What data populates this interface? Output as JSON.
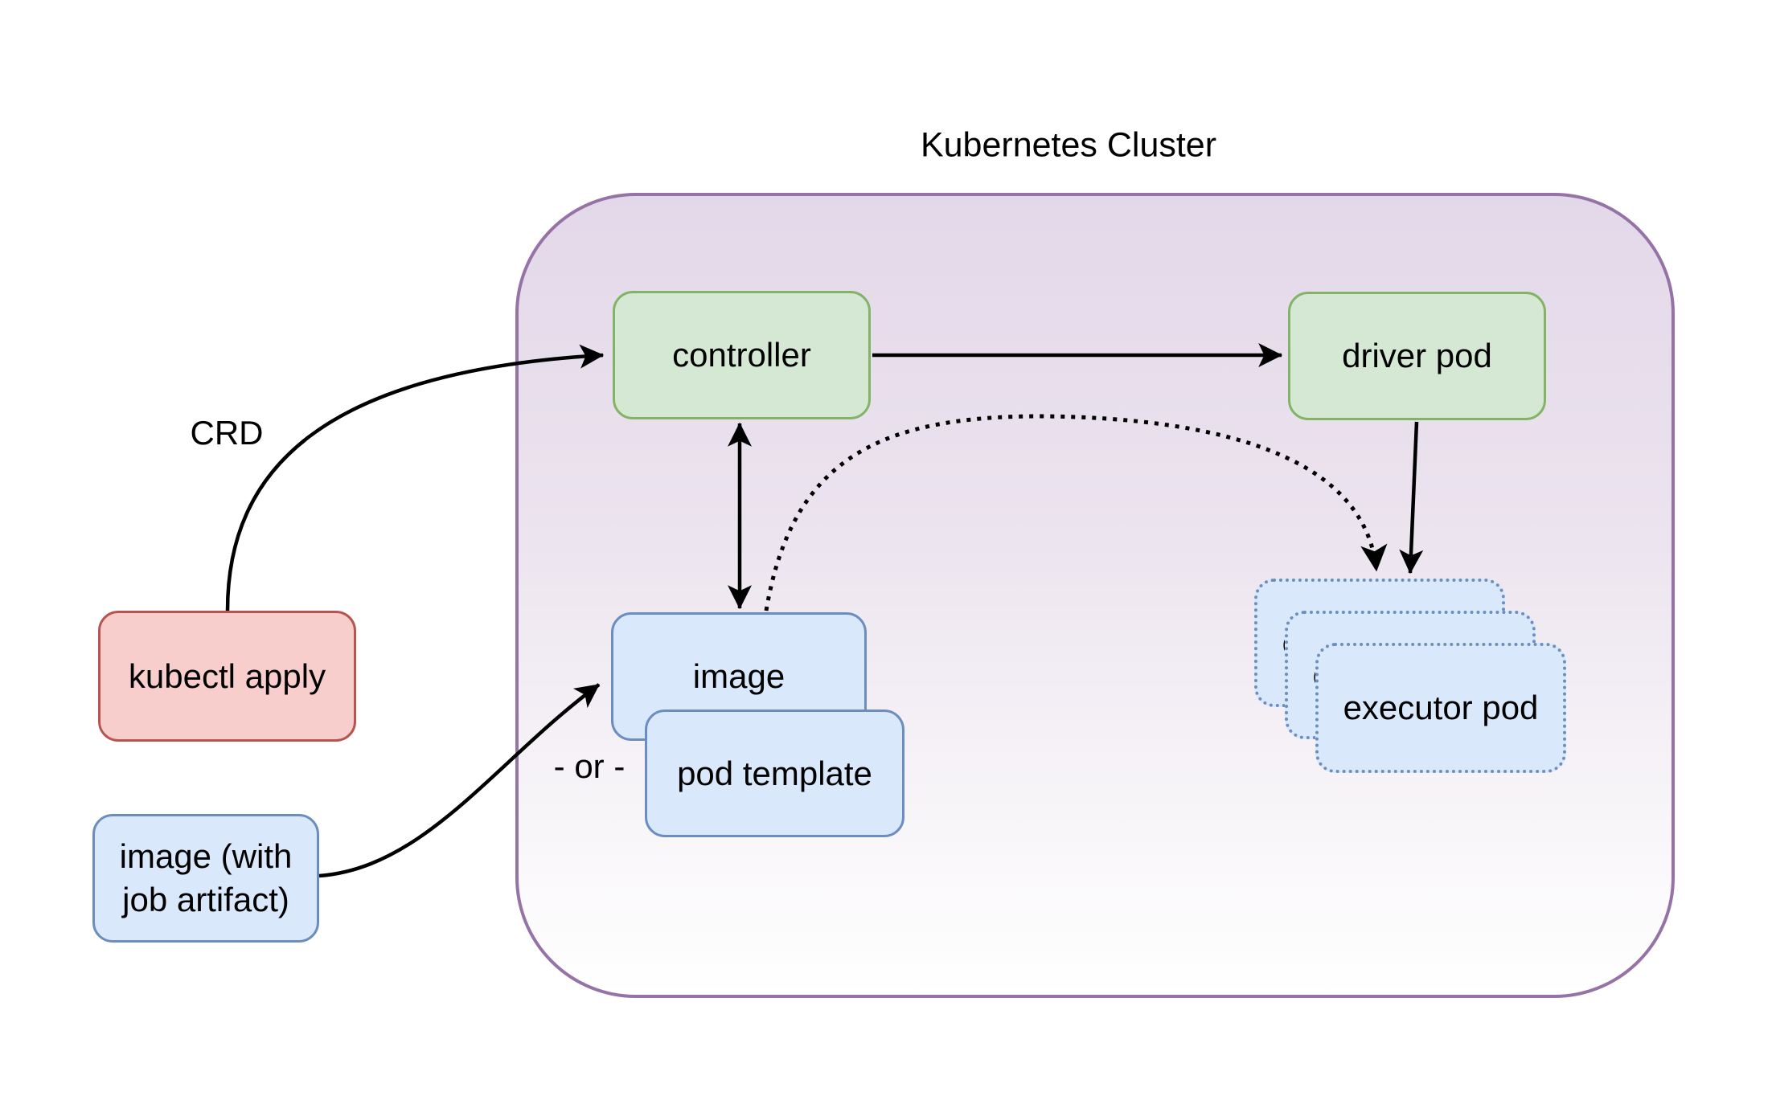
{
  "diagram": {
    "title": "Kubernetes Cluster"
  },
  "nodes": {
    "kubectl_apply": "kubectl apply",
    "image_with_job_artifact": "image (with job artifact)",
    "controller": "controller",
    "driver_pod": "driver pod",
    "image": "image",
    "pod_template": "pod template",
    "executor_pod": "executor pod"
  },
  "labels": {
    "crd": "CRD",
    "or": "- or -"
  },
  "colors": {
    "cluster_border": "#9673a6",
    "cluster_fill_top": "#e3d8e9",
    "cluster_fill_bottom": "#ffffff",
    "green_fill": "#d5e8d4",
    "green_border": "#82b366",
    "blue_fill": "#dae8fc",
    "blue_border": "#6c8ebf",
    "red_fill": "#f8cecc",
    "red_border": "#b85450",
    "edge_line": "#000000",
    "text": "#000000"
  }
}
